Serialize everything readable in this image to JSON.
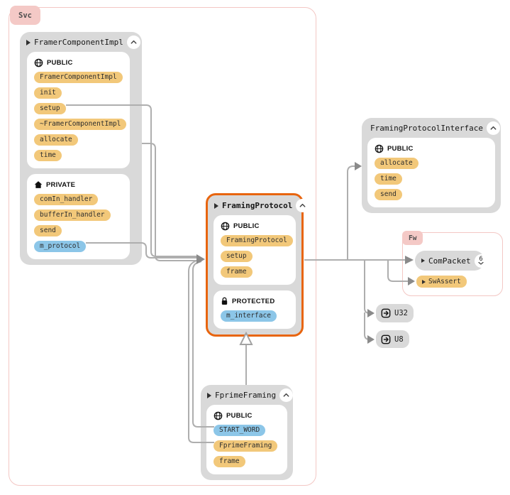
{
  "containers": {
    "svc": {
      "label": "Svc"
    },
    "fw": {
      "label": "Fw"
    }
  },
  "nodes": {
    "framer": {
      "title": "FramerComponentImpl",
      "sections": {
        "public": {
          "label": "PUBLIC",
          "members": [
            "FramerComponentImpl",
            "init",
            "setup",
            "~FramerComponentImpl",
            "allocate",
            "time"
          ]
        },
        "private": {
          "label": "PRIVATE",
          "members": [
            "comIn_handler",
            "bufferIn_handler",
            "send",
            "m_protocol"
          ]
        }
      }
    },
    "framing": {
      "title": "FramingProtocol",
      "sections": {
        "public": {
          "label": "PUBLIC",
          "members": [
            "FramingProtocol",
            "setup",
            "frame"
          ]
        },
        "protected": {
          "label": "PROTECTED",
          "members": [
            "m_interface"
          ]
        }
      }
    },
    "interface": {
      "title": "FramingProtocolInterface",
      "sections": {
        "public": {
          "label": "PUBLIC",
          "members": [
            "allocate",
            "time",
            "send"
          ]
        }
      }
    },
    "fprime": {
      "title": "FprimeFraming",
      "sections": {
        "public": {
          "label": "PUBLIC",
          "members": [
            "START_WORD",
            "FprimeFraming",
            "frame"
          ]
        }
      }
    },
    "compacket": {
      "title": "ComPacket",
      "badge": "6"
    },
    "swassert": {
      "title": "SwAssert"
    },
    "u32": {
      "title": "U32"
    },
    "u8": {
      "title": "U8"
    }
  },
  "colors": {
    "selected_border": "#e8650f",
    "method_pill": "#f2c87a",
    "variable_pill": "#8cc6e8",
    "node_background": "#d9d9d9",
    "namespace_border": "#f3c7c4",
    "namespace_tab": "#f4c9c6",
    "edge": "#aeaeae"
  }
}
